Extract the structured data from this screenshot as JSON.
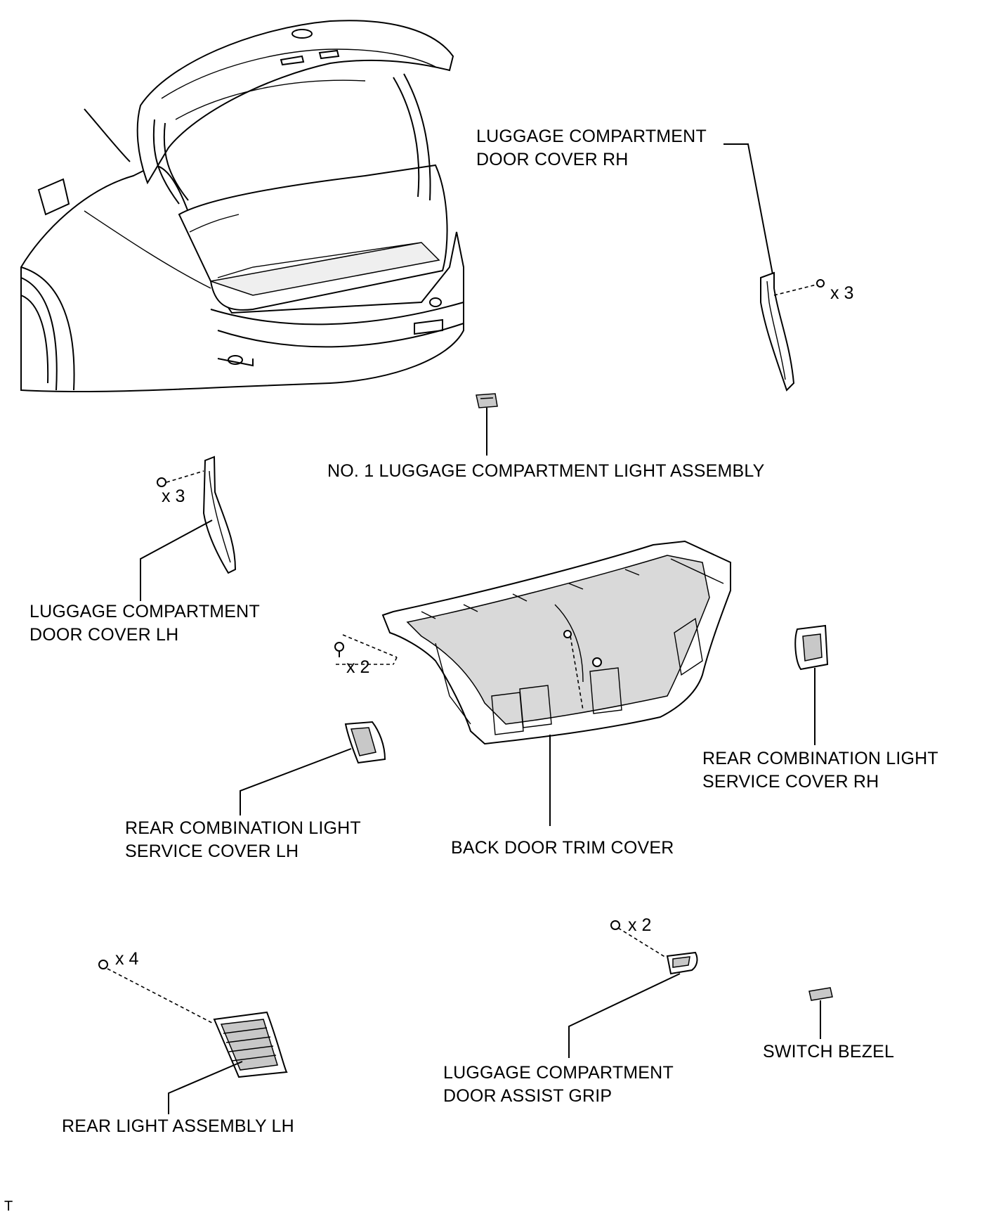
{
  "labels": {
    "door_cover_rh": [
      "LUGGAGE COMPARTMENT",
      "DOOR COVER RH"
    ],
    "light_assembly_no1": "NO. 1 LUGGAGE COMPARTMENT LIGHT ASSEMBLY",
    "door_cover_lh": [
      "LUGGAGE COMPARTMENT",
      "DOOR COVER LH"
    ],
    "rear_combo_cover_rh": [
      "REAR COMBINATION LIGHT",
      "SERVICE COVER RH"
    ],
    "rear_combo_cover_lh": [
      "REAR COMBINATION LIGHT",
      "SERVICE COVER LH"
    ],
    "back_door_trim_cover": "BACK DOOR TRIM COVER",
    "switch_bezel": "SWITCH BEZEL",
    "assist_grip": [
      "LUGGAGE COMPARTMENT",
      "DOOR ASSIST GRIP"
    ],
    "rear_light_lh": "REAR LIGHT ASSEMBLY LH"
  },
  "quantities": {
    "door_cover_rh_clips": "x 3",
    "door_cover_lh_clips": "x 3",
    "trim_cover_clips": "x 2",
    "assist_grip_bolts": "x 2",
    "rear_light_nuts": "x 4"
  },
  "figure_code": "T"
}
